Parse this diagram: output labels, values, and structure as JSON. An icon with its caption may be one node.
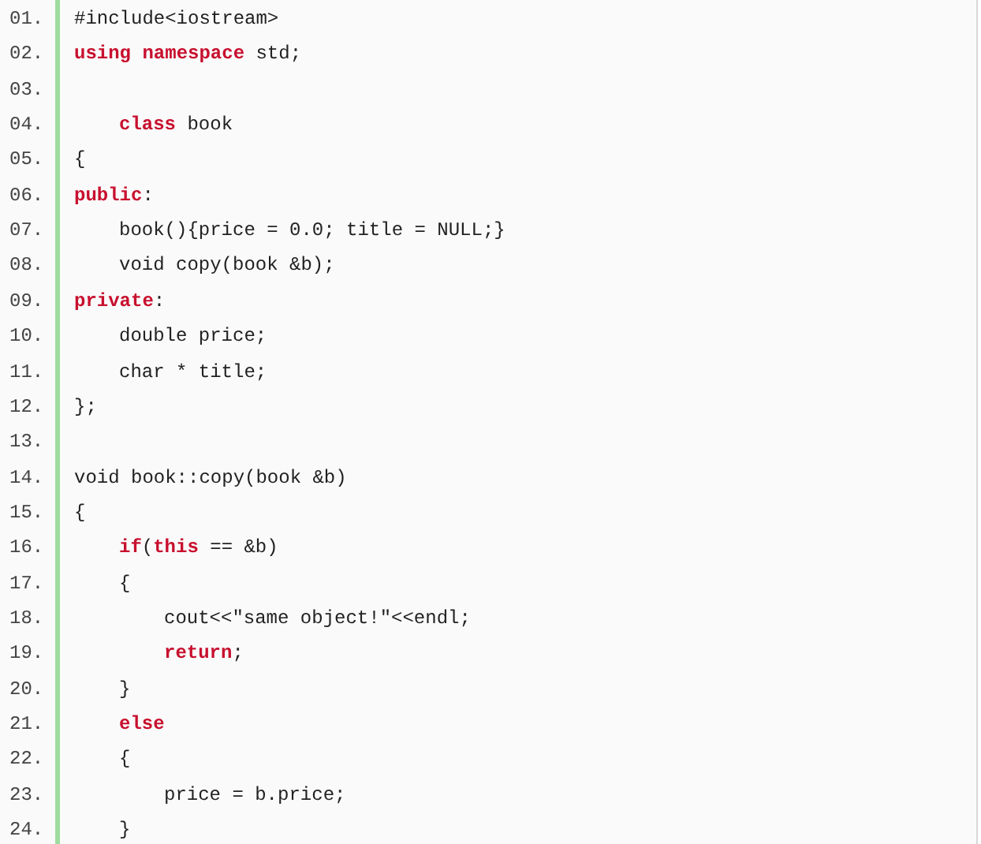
{
  "diagram": {
    "labels": [
      "01.",
      "#include<iostream>",
      "02.",
      "**using** **namespace** std;",
      "03.",
      "04.",
      "**class** book",
      "05.",
      "{",
      "06.",
      "**public**:",
      "07.",
      "book(){price = 0.0; title = NULL;}",
      "08.",
      "void copy(book &b);",
      "09.",
      "**private**:",
      "10.",
      "double price;",
      "11.",
      "char * title;",
      "12.",
      "};",
      "13.",
      "14.",
      "void book::copy(book &b)",
      "15.",
      "{",
      "16.",
      "**if**(**this** == &b)",
      "17.",
      "{",
      "18.",
      "cout<<\"same object!\"<<endl;",
      "19.",
      "**return**;",
      "20.",
      "}",
      "21.",
      "**else**",
      "22.",
      "{",
      "23.",
      "price = b.price;",
      "24.",
      "}"
    ]
  }
}
